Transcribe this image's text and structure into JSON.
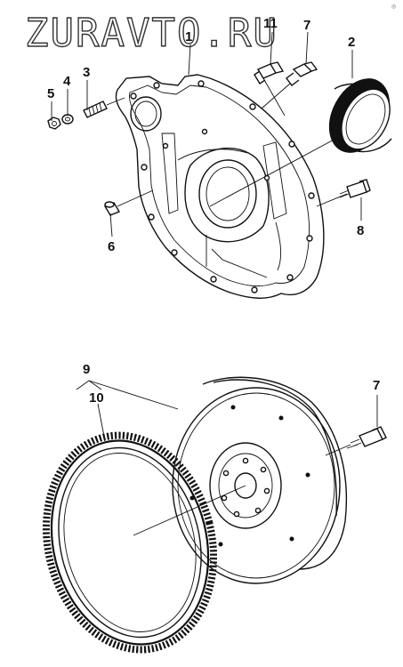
{
  "watermark": {
    "text": "ZURAVTO.RU",
    "corner_mark": "◎"
  },
  "callouts": {
    "c1": "1",
    "c2": "2",
    "c3": "3",
    "c4": "4",
    "c5": "5",
    "c6": "6",
    "c7_top": "7",
    "c8": "8",
    "c9": "9",
    "c10": "10",
    "c11": "11",
    "c7_bottom": "7"
  },
  "parts": [
    {
      "id": "flywheel-housing",
      "callout": "1"
    },
    {
      "id": "rear-oil-seal",
      "callout": "2"
    },
    {
      "id": "stud",
      "callout": "3"
    },
    {
      "id": "washer",
      "callout": "4"
    },
    {
      "id": "nut",
      "callout": "5"
    },
    {
      "id": "dowel-pin",
      "callout": "6"
    },
    {
      "id": "bolt",
      "callout": "7"
    },
    {
      "id": "bolt",
      "callout": "8"
    },
    {
      "id": "flywheel-assembly",
      "callout": "9"
    },
    {
      "id": "ring-gear",
      "callout": "10"
    },
    {
      "id": "bolt",
      "callout": "11"
    }
  ],
  "colors": {
    "ink": "#111111",
    "paper": "#ffffff",
    "watermark_outline": "#333333"
  }
}
